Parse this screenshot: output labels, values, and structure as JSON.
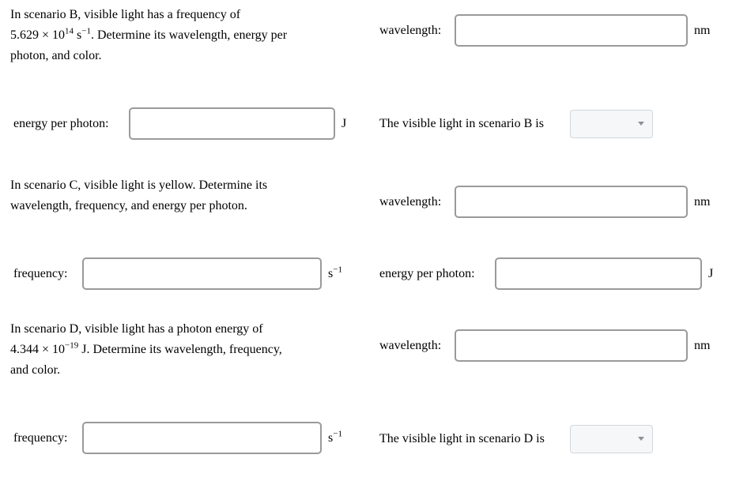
{
  "colors": {
    "background": "#ffffff",
    "text": "#000000",
    "input_border": "#9a9a9a",
    "input_bg": "#ffffff",
    "dropdown_bg": "#f6f7f8",
    "dropdown_border": "#d3d7db",
    "caret": "#8b9298"
  },
  "scenario_b": {
    "prompt": {
      "line1": "In scenario B, visible light has a frequency of",
      "line2_pre": "5.629 × 10",
      "line2_sup1": "14",
      "line2_mid": " s",
      "line2_sup2": "−1",
      "line2_post": ". Determine its wavelength, energy per",
      "line3": "photon, and color."
    },
    "wavelength_field": {
      "label": "wavelength:",
      "value": "",
      "unit": "nm"
    },
    "energy_field": {
      "label": "energy per photon:",
      "value": "",
      "unit": "J"
    },
    "color_field": {
      "label": "The visible light in scenario B is",
      "selected": ""
    }
  },
  "scenario_c": {
    "prompt": {
      "line1": "In scenario C, visible light is yellow. Determine its",
      "line2": "wavelength, frequency, and energy per photon."
    },
    "wavelength_field": {
      "label": "wavelength:",
      "value": "",
      "unit": "nm"
    },
    "frequency_field": {
      "label": "frequency:",
      "value": "",
      "unit_base": "s",
      "unit_sup": "−1"
    },
    "energy_field": {
      "label": "energy per photon:",
      "value": "",
      "unit": "J"
    }
  },
  "scenario_d": {
    "prompt": {
      "line1": "In scenario D, visible light has a photon energy of",
      "line2_pre": "4.344 × 10",
      "line2_sup": "−19",
      "line2_post": " J. Determine its wavelength, frequency,",
      "line3": "and color."
    },
    "wavelength_field": {
      "label": "wavelength:",
      "value": "",
      "unit": "nm"
    },
    "frequency_field": {
      "label": "frequency:",
      "value": "",
      "unit_base": "s",
      "unit_sup": "−1"
    },
    "color_field": {
      "label": "The visible light in scenario D is",
      "selected": ""
    }
  }
}
